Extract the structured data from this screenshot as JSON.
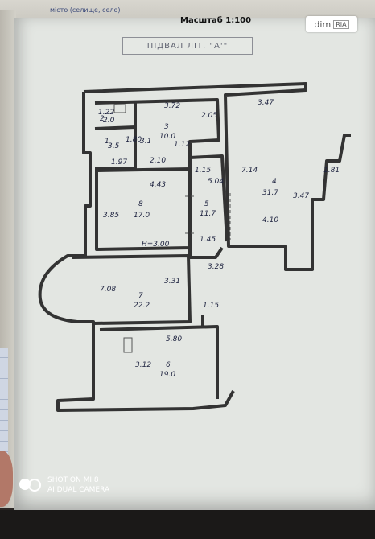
{
  "header": {
    "stamp_text": "місто (селище, село)",
    "scale_label": "Масштаб 1:100",
    "title_stamp": "ПІДВАЛ  ЛІТ. \"A'\""
  },
  "watermark": {
    "brand": "dim",
    "brand_tag": "RIA"
  },
  "plan": {
    "rooms": [
      {
        "id": "1",
        "area": "3.5",
        "dims": [
          "1.97",
          "1.80"
        ]
      },
      {
        "id": "2",
        "area": "2.0",
        "dims": [
          "1.22"
        ]
      },
      {
        "id": "3",
        "area": "10.0",
        "dims": [
          "3.72",
          "2.05",
          "3.1",
          "1.12",
          "2.10"
        ]
      },
      {
        "id": "4",
        "area": "31.7",
        "dims": [
          "3.47",
          "7.14",
          "3.47",
          "4.10",
          "1.81"
        ]
      },
      {
        "id": "5",
        "area": "11.7",
        "dims": [
          "1.15",
          "5.04",
          "1.45",
          "3.28"
        ]
      },
      {
        "id": "6",
        "area": "19.0",
        "dims": [
          "5.80",
          "3.12"
        ]
      },
      {
        "id": "7",
        "area": "22.2",
        "dims": [
          "7.08",
          "3.31",
          "1.15"
        ]
      },
      {
        "id": "8",
        "area": "17.0",
        "dims": [
          "4.43",
          "3.85"
        ]
      }
    ],
    "height_label": "H=3.00"
  },
  "camera": {
    "line1": "SHOT ON MI 8",
    "line2": "AI DUAL CAMERA"
  }
}
